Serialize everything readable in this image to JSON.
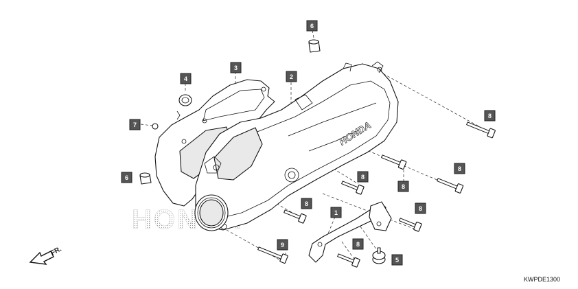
{
  "callouts": [
    {
      "id": "c1",
      "label": "1"
    },
    {
      "id": "c2",
      "label": "2"
    },
    {
      "id": "c3",
      "label": "3"
    },
    {
      "id": "c4",
      "label": "4"
    },
    {
      "id": "c5",
      "label": "5"
    },
    {
      "id": "c6a",
      "label": "6"
    },
    {
      "id": "c6b",
      "label": "6"
    },
    {
      "id": "c7",
      "label": "7"
    },
    {
      "id": "c8a",
      "label": "8"
    },
    {
      "id": "c8b",
      "label": "8"
    },
    {
      "id": "c8c",
      "label": "8"
    },
    {
      "id": "c8d",
      "label": "8"
    },
    {
      "id": "c8e",
      "label": "8"
    },
    {
      "id": "c8f",
      "label": "8"
    },
    {
      "id": "c8g",
      "label": "8"
    },
    {
      "id": "c9",
      "label": "9"
    }
  ],
  "cover_logo": "HONDA",
  "watermark": "HONDA",
  "direction_label": "FR.",
  "reference_code": "KWPDE1300"
}
